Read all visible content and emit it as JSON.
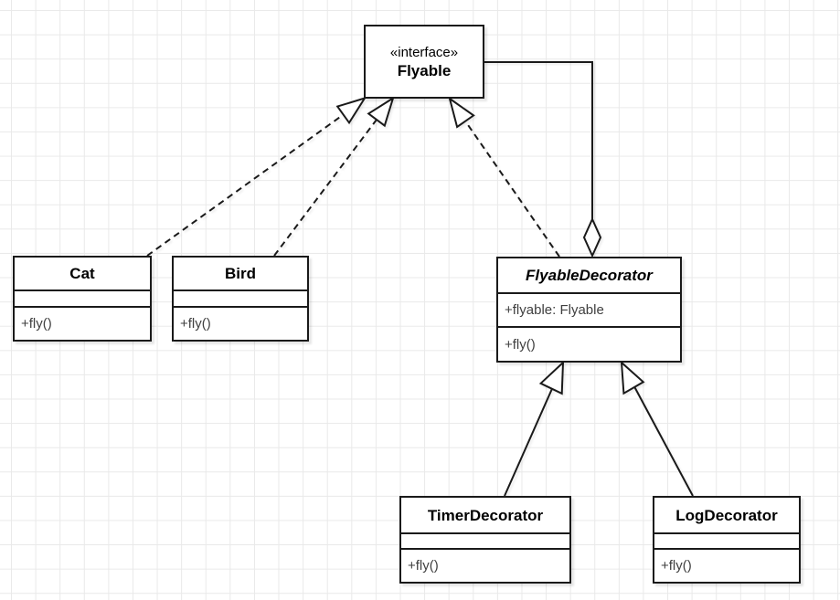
{
  "canvas": {
    "background": "#ffffff",
    "grid_color": "#e9e9e9",
    "line_color": "#1a1a1a",
    "shadow_color": "rgba(0,0,0,0.10)"
  },
  "classes": {
    "flyable": {
      "stereotype": "«interface»",
      "name": "Flyable"
    },
    "cat": {
      "name": "Cat",
      "method": "+fly()"
    },
    "bird": {
      "name": "Bird",
      "method": "+fly()"
    },
    "decorator": {
      "name": "FlyableDecorator",
      "attribute": "+flyable: Flyable",
      "method": "+fly()"
    },
    "timer": {
      "name": "TimerDecorator",
      "method": "+fly()"
    },
    "log": {
      "name": "LogDecorator",
      "method": "+fly()"
    }
  },
  "relations": [
    {
      "from": "Cat",
      "to": "Flyable",
      "type": "realization",
      "line": "dashed",
      "head": "hollow-triangle"
    },
    {
      "from": "Bird",
      "to": "Flyable",
      "type": "realization",
      "line": "dashed",
      "head": "hollow-triangle"
    },
    {
      "from": "FlyableDecorator",
      "to": "Flyable",
      "type": "realization",
      "line": "dashed",
      "head": "hollow-triangle"
    },
    {
      "from": "FlyableDecorator",
      "to": "Flyable",
      "type": "aggregation",
      "line": "solid",
      "head": "hollow-diamond"
    },
    {
      "from": "TimerDecorator",
      "to": "FlyableDecorator",
      "type": "generalization",
      "line": "solid",
      "head": "hollow-triangle"
    },
    {
      "from": "LogDecorator",
      "to": "FlyableDecorator",
      "type": "generalization",
      "line": "solid",
      "head": "hollow-triangle"
    }
  ]
}
